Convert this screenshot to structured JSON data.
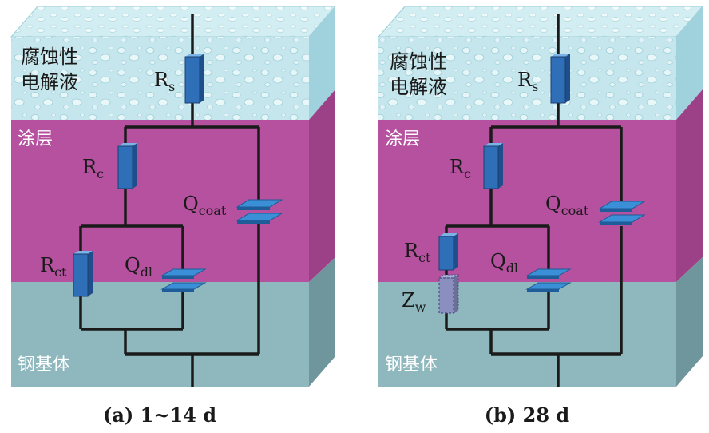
{
  "panels": [
    {
      "id": "a",
      "caption": "(a) 1~14 d",
      "layers": {
        "electrolyte": "腐蚀性\n电解液",
        "coating": "涂层",
        "substrate": "钢基体"
      },
      "components": {
        "Rs": {
          "main": "R",
          "sub": "s"
        },
        "Rc": {
          "main": "R",
          "sub": "c"
        },
        "Qcoat": {
          "main": "Q",
          "sub": "coat"
        },
        "Rct": {
          "main": "R",
          "sub": "ct"
        },
        "Qdl": {
          "main": "Q",
          "sub": "dl"
        }
      }
    },
    {
      "id": "b",
      "caption": "(b) 28 d",
      "layers": {
        "electrolyte": "腐蚀性\n电解液",
        "coating": "涂层",
        "substrate": "钢基体"
      },
      "components": {
        "Rs": {
          "main": "R",
          "sub": "s"
        },
        "Rc": {
          "main": "R",
          "sub": "c"
        },
        "Qcoat": {
          "main": "Q",
          "sub": "coat"
        },
        "Rct": {
          "main": "R",
          "sub": "ct"
        },
        "Qdl": {
          "main": "Q",
          "sub": "dl"
        },
        "Zw": {
          "main": "Z",
          "sub": "w"
        }
      }
    }
  ],
  "colors": {
    "electrolyte": "#bfe3ea",
    "coating": "#b5519f",
    "substrate": "#8fb8be",
    "resistor": "#2f6fb8",
    "capacitor": "#3a8fd6",
    "warburg": "#8b8fbf",
    "wire": "#1a1a1a"
  }
}
